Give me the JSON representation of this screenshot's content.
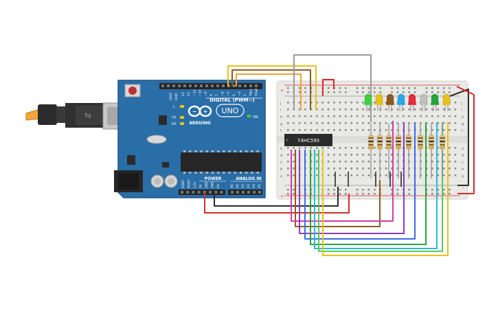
{
  "arduino": {
    "logo_text": "ARDUINO",
    "model": "UNO",
    "digital_label": "DIGITAL (PWM~)",
    "analog_label": "ANALOG IN",
    "power_label": "POWER",
    "on_label": "ON",
    "tx_label": "TX",
    "rx_label": "RX",
    "l_label": "L",
    "aref": "AREF",
    "gnd": "GND",
    "digital_pins": [
      "13",
      "12",
      "~11",
      "~10",
      "~9",
      "8",
      "7",
      "~6",
      "~5",
      "4",
      "~3",
      "2",
      "TX▸1",
      "RX◂0"
    ],
    "power_pins": [
      "IOREF",
      "RESET",
      "3.3V",
      "5V",
      "GND",
      "GND",
      "Vin"
    ],
    "analog_pins": [
      "A0",
      "A1",
      "A2",
      "A3",
      "A4",
      "A5"
    ]
  },
  "chip": {
    "label": "74HC595"
  },
  "breadboard": {
    "top_rows": [
      "j",
      "i",
      "h",
      "g",
      "f"
    ],
    "bottom_rows": [
      "e",
      "d",
      "c",
      "b",
      "a"
    ],
    "rail_plus": "+",
    "rail_minus": "-"
  },
  "leds": [
    {
      "color": "#3fcf3f"
    },
    {
      "color": "#e8c21a"
    },
    {
      "color": "#8b5a1e"
    },
    {
      "color": "#2aa8e8"
    },
    {
      "color": "#e82a3a"
    },
    {
      "color": "#c0c0c0"
    },
    {
      "color": "#25a33b"
    },
    {
      "color": "#e8c21a"
    }
  ],
  "colors": {
    "board_blue": "#2a6ea8",
    "breadboard": "#e9e9e6",
    "wire_red": "#d42a2a",
    "wire_black": "#2b2b2b"
  }
}
